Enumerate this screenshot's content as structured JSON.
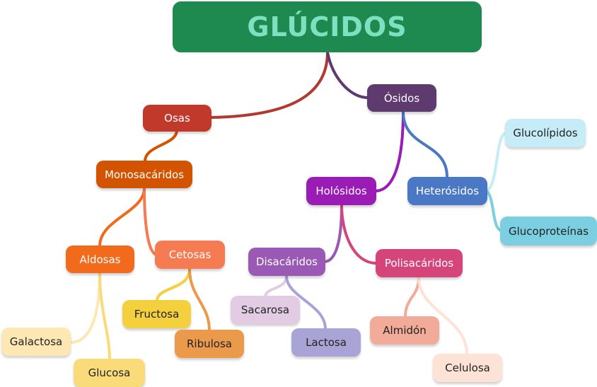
{
  "root": {
    "label": "GLÚCIDOS",
    "color": "#1e8a4f",
    "text_color": "#7ee0c0"
  },
  "nodes": {
    "osas": {
      "label": "Osas",
      "color": "#c0392b"
    },
    "osidos": {
      "label": "Ósidos",
      "color": "#5e3a6e"
    },
    "monosacaridos": {
      "label": "Monosacáridos",
      "color": "#d35400"
    },
    "aldosas": {
      "label": "Aldosas",
      "color": "#f26b1d"
    },
    "cetosas": {
      "label": "Cetosas",
      "color": "#f47b52"
    },
    "galactosa": {
      "label": "Galactosa",
      "color": "#fde7b2"
    },
    "glucosa": {
      "label": "Glucosa",
      "color": "#f9dc79"
    },
    "fructosa": {
      "label": "Fructosa",
      "color": "#f4d03f"
    },
    "ribulosa": {
      "label": "Ribulosa",
      "color": "#eb9a4b"
    },
    "holosidos": {
      "label": "Holósidos",
      "color": "#9b1bb5"
    },
    "heterosidos": {
      "label": "Heterósidos",
      "color": "#4a78c4"
    },
    "glucolipidos": {
      "label": "Glucolípidos",
      "color": "#c6ecf7"
    },
    "glucoproteinas": {
      "label": "Glucoproteínas",
      "color": "#7ccfe0"
    },
    "disacaridos": {
      "label": "Disacáridos",
      "color": "#9b59b6"
    },
    "polisacaridos": {
      "label": "Polisacáridos",
      "color": "#d6457a"
    },
    "sacarosa": {
      "label": "Sacarosa",
      "color": "#e2cce4"
    },
    "lactosa": {
      "label": "Lactosa",
      "color": "#a9a4d6"
    },
    "almidon": {
      "label": "Almidón",
      "color": "#f2aa99"
    },
    "celulosa": {
      "label": "Celulosa",
      "color": "#fde3d6"
    }
  }
}
